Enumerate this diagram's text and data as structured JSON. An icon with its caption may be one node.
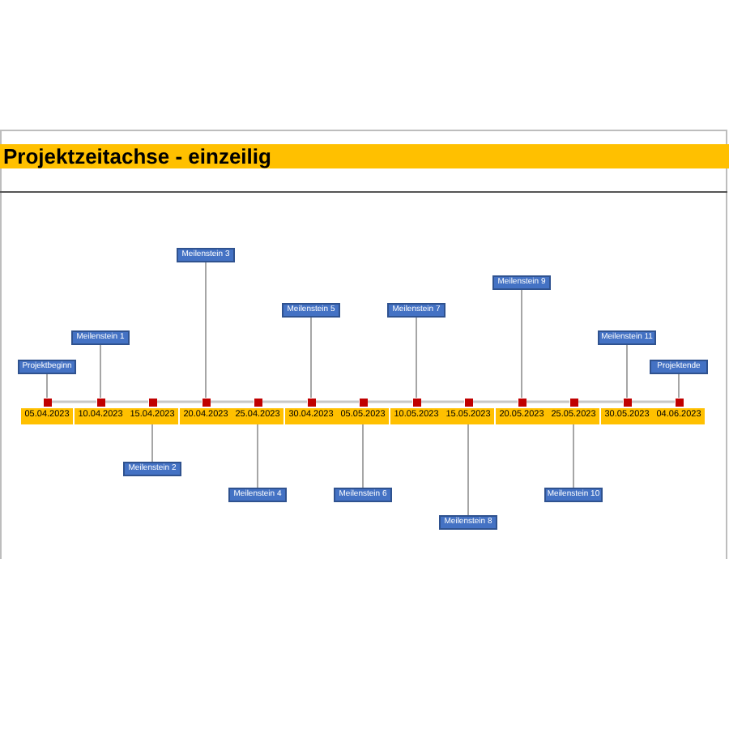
{
  "diagram": {
    "title": "Projektzeitachse - einzeilig",
    "nodes": [
      {
        "text": [
          "Projektbeginn"
        ]
      },
      {
        "text": [],
        "shape": "box"
      },
      {
        "text": [
          "05.04.2023"
        ]
      },
      {
        "text": [
          "Meilenstein 1"
        ]
      },
      {
        "text": [],
        "shape": "box"
      },
      {
        "text": [
          "10.04.2023"
        ]
      },
      {
        "text": [
          "Meilenstein 2"
        ]
      },
      {
        "text": [],
        "shape": "box"
      },
      {
        "text": [
          "15.04.2023"
        ]
      },
      {
        "text": [
          "Meilenstein 3"
        ]
      },
      {
        "text": [],
        "shape": "box"
      },
      {
        "text": [
          "20.04.2023"
        ]
      },
      {
        "text": [
          "Meilenstein 4"
        ]
      },
      {
        "text": [],
        "shape": "box"
      },
      {
        "text": [
          "25.04.2023"
        ]
      },
      {
        "text": [
          "Meilenstein 5"
        ]
      },
      {
        "text": [],
        "shape": "box"
      },
      {
        "text": [
          "30.04.2023"
        ]
      },
      {
        "text": [
          "Meilenstein 6"
        ]
      },
      {
        "text": [],
        "shape": "box"
      },
      {
        "text": [
          "05.05.2023"
        ]
      },
      {
        "text": [
          "Meilenstein 7"
        ]
      },
      {
        "text": [],
        "shape": "box"
      },
      {
        "text": [
          "10.05.2023"
        ]
      },
      {
        "text": [
          "Meilenstein 8"
        ]
      },
      {
        "text": [],
        "shape": "box"
      },
      {
        "text": [
          "15.05.2023"
        ]
      },
      {
        "text": [
          "Meilenstein 9"
        ]
      },
      {
        "text": [],
        "shape": "box"
      },
      {
        "text": [
          "20.05.2023"
        ]
      },
      {
        "text": [
          "Meilenstein 10"
        ]
      },
      {
        "text": [],
        "shape": "box"
      },
      {
        "text": [
          "25.05.2023"
        ]
      },
      {
        "text": [
          "Meilenstein 11"
        ]
      },
      {
        "text": [],
        "shape": "box"
      },
      {
        "text": [
          "30.05.2023"
        ]
      },
      {
        "text": [
          "Projektende"
        ]
      },
      {
        "text": [],
        "shape": "box"
      },
      {
        "text": [
          "04.06.2023"
        ]
      }
    ],
    "edges": [
      {
        "from": 0,
        "to": 1,
        "arrow": "none"
      },
      {
        "from": 3,
        "to": 4,
        "arrow": "none"
      },
      {
        "from": 8,
        "to": 6,
        "arrow": "none"
      },
      {
        "from": 9,
        "to": 10,
        "arrow": "none"
      },
      {
        "from": 14,
        "to": 12,
        "arrow": "none"
      },
      {
        "from": 15,
        "to": 16,
        "arrow": "none"
      },
      {
        "from": 20,
        "to": 18,
        "arrow": "none"
      },
      {
        "from": 21,
        "to": 22,
        "arrow": "none"
      },
      {
        "from": 26,
        "to": 24,
        "arrow": "none"
      },
      {
        "from": 27,
        "to": 28,
        "arrow": "none"
      },
      {
        "from": 32,
        "to": 30,
        "arrow": "none"
      },
      {
        "from": 33,
        "to": 34,
        "arrow": "none"
      },
      {
        "from": 36,
        "to": 37,
        "arrow": "none"
      },
      {
        "from": 1,
        "to": 4,
        "arrow": "none"
      },
      {
        "from": 4,
        "to": 7,
        "arrow": "none"
      },
      {
        "from": 7,
        "to": 10,
        "arrow": "none"
      },
      {
        "from": 10,
        "to": 13,
        "arrow": "none"
      },
      {
        "from": 13,
        "to": 16,
        "arrow": "none"
      },
      {
        "from": 16,
        "to": 19,
        "arrow": "none"
      },
      {
        "from": 19,
        "to": 22,
        "arrow": "none"
      },
      {
        "from": 22,
        "to": 25,
        "arrow": "none"
      },
      {
        "from": 25,
        "to": 28,
        "arrow": "none"
      },
      {
        "from": 28,
        "to": 31,
        "arrow": "none"
      },
      {
        "from": 31,
        "to": 34,
        "arrow": "none"
      },
      {
        "from": 34,
        "to": 37,
        "arrow": "none"
      }
    ]
  }
}
